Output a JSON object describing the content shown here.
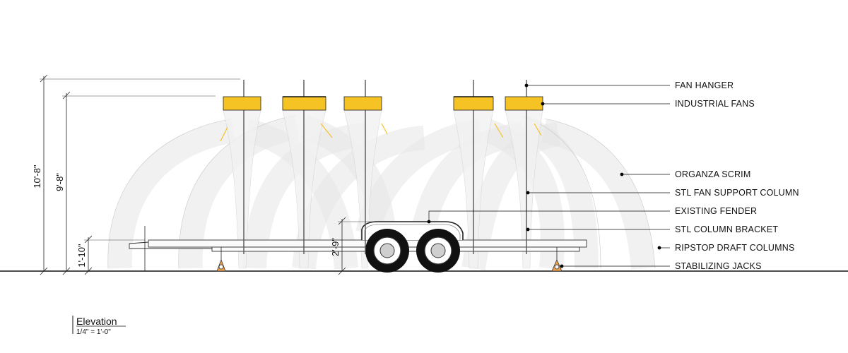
{
  "title": "Elevation",
  "scale": "1/4\" = 1'-0\"",
  "dimensions": {
    "overall_height": "10'-8\"",
    "fan_height": "9'-8\"",
    "deck_height": "1'-10\"",
    "fender_height": "2'-9\""
  },
  "callouts": [
    "FAN HANGER",
    "INDUSTRIAL FANS",
    "ORGANZA SCRIM",
    "STL FAN SUPPORT COLUMN",
    "EXISTING FENDER",
    "STL COLUMN BRACKET",
    "RIPSTOP DRAFT COLUMNS",
    "STABILIZING JACKS"
  ],
  "colors": {
    "fan_yellow": "#f6c324",
    "jack_orange": "#f0a04b",
    "tire_black": "#111111",
    "scrim_gray": "#e6e6e6"
  }
}
